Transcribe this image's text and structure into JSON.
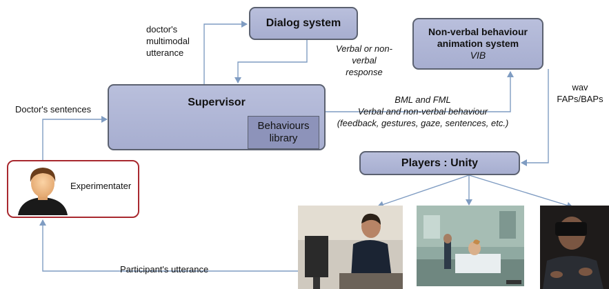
{
  "boxes": {
    "dialog": "Dialog system",
    "nvb_line1": "Non-verbal behaviour",
    "nvb_line2": "animation system",
    "nvb_sub": "VIB",
    "supervisor": "Supervisor",
    "library_line1": "Behaviours",
    "library_line2": "library",
    "players": "Players : Unity",
    "experimenter": "Experimentater"
  },
  "labels": {
    "doctor_mm_1": "doctor's",
    "doctor_mm_2": "multimodal",
    "doctor_mm_3": "utterance",
    "response_1": "Verbal  or non-",
    "response_2": "verbal",
    "response_3": "response",
    "wav": "wav",
    "faps": "FAPs/BAPs",
    "doctor_sentences": "Doctor's sentences",
    "bml_1": "BML and FML",
    "bml_2": "Verbal and non-verbal behaviour",
    "bml_3": "(feedback, gestures, gaze,  sentences, etc.)",
    "participant": "Participant's utterance"
  },
  "colors": {
    "box_fill": "#b0b6d7",
    "box_border": "#5b6170",
    "library_fill": "#8d93ba",
    "arrow": "#7f9cc2",
    "experimenter_border": "#a8282e"
  },
  "images": [
    {
      "name": "participant-desk-photo"
    },
    {
      "name": "virtual-hospital-scene"
    },
    {
      "name": "vr-headset-user-photo"
    }
  ]
}
